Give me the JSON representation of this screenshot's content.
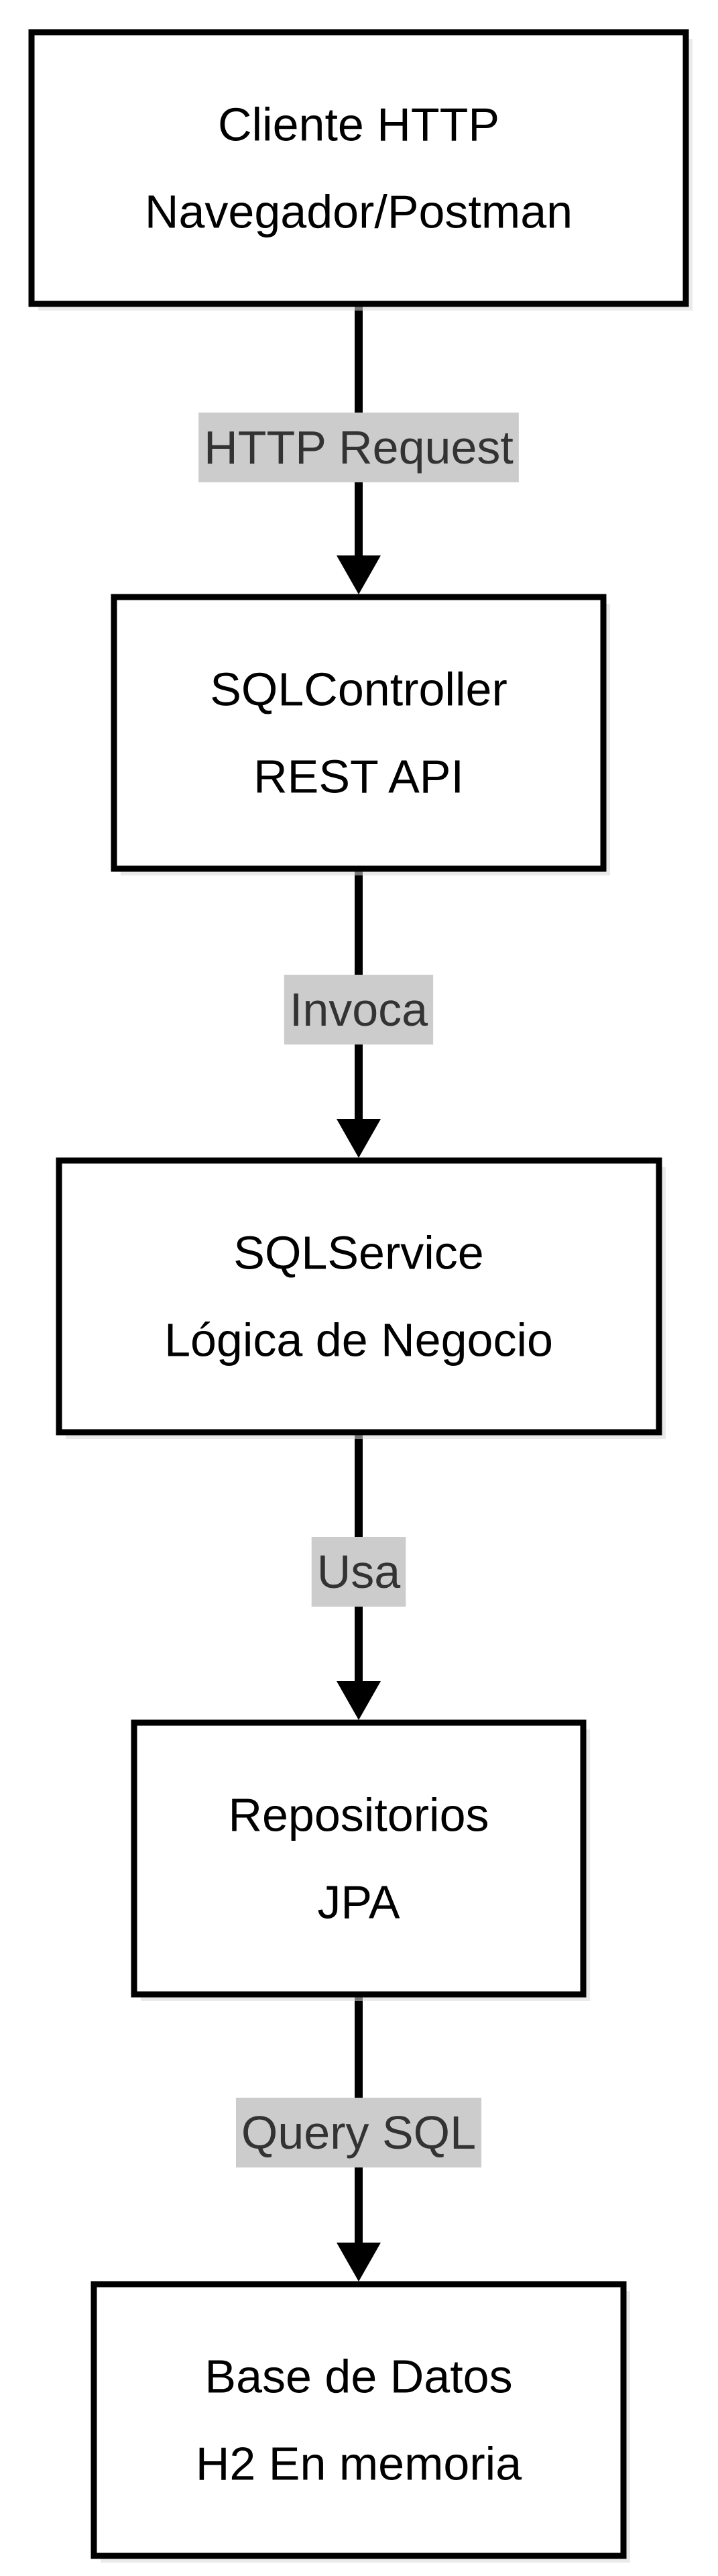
{
  "diagram": {
    "nodes": [
      {
        "id": "cliente",
        "lines": [
          "Cliente HTTP",
          "Navegador/Postman"
        ]
      },
      {
        "id": "controller",
        "lines": [
          "SQLController",
          "REST API"
        ]
      },
      {
        "id": "service",
        "lines": [
          "SQLService",
          "Lógica de Negocio"
        ]
      },
      {
        "id": "repositorios",
        "lines": [
          "Repositorios",
          "JPA"
        ]
      },
      {
        "id": "bd",
        "lines": [
          "Base de Datos",
          "H2 En memoria"
        ]
      }
    ],
    "edges": [
      {
        "from": "cliente",
        "to": "controller",
        "label": "HTTP Request"
      },
      {
        "from": "controller",
        "to": "service",
        "label": "Invoca"
      },
      {
        "from": "service",
        "to": "repositorios",
        "label": "Usa"
      },
      {
        "from": "repositorios",
        "to": "bd",
        "label": "Query SQL"
      }
    ],
    "colors": {
      "node_border": "#000000",
      "node_fill": "#ffffff",
      "edge": "#000000",
      "label_bg": "#cccccc",
      "label_text": "#333333"
    }
  }
}
